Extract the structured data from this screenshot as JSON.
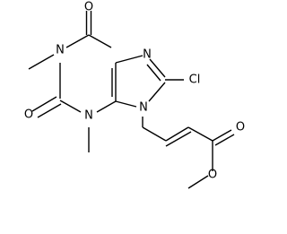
{
  "molecule": {
    "atoms": {
      "o6": "O",
      "n1": "N",
      "n7": "N",
      "cl": "Cl",
      "o2": "O",
      "n3": "N",
      "n9": "N",
      "o_carbonyl": "O",
      "o_ester": "O"
    }
  }
}
